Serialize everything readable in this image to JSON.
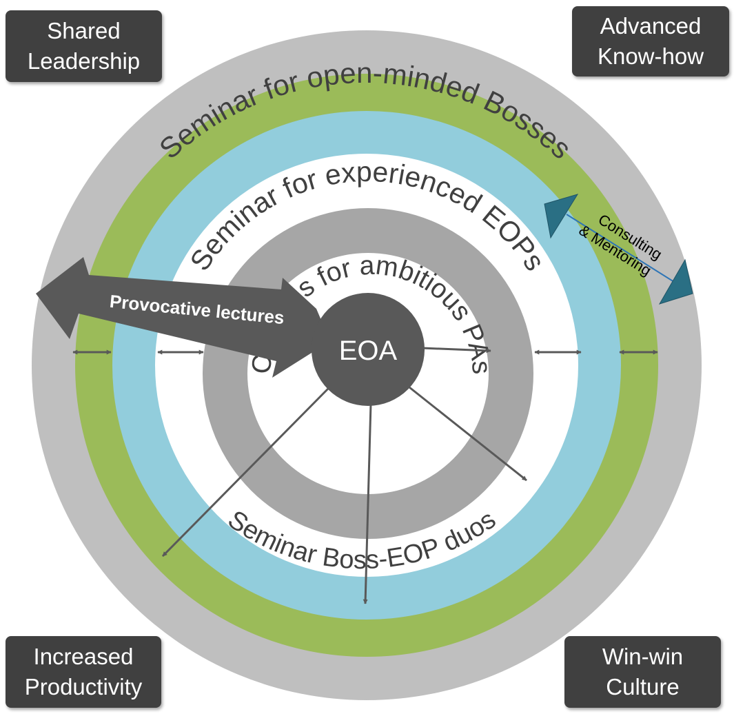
{
  "corners": {
    "top_left": [
      "Shared",
      "Leadership"
    ],
    "top_right": [
      "Advanced",
      "Know-how"
    ],
    "bottom_left": [
      "Increased",
      "Productivity"
    ],
    "bottom_right": [
      "Win-win",
      "Culture"
    ]
  },
  "rings": {
    "outer": "Seminar for open-minded Bosses",
    "green_bottom": "Seminar Boss-EOP duos",
    "blue": "Seminar for experienced EOPs",
    "inner": "Courses for ambitious PAs"
  },
  "center": "EOA",
  "provocative": "Provocative lectures",
  "consulting": [
    "Consulting",
    "& Mentoring"
  ],
  "colors": {
    "outer_ring": "#bfbfbf",
    "green_ring": "#9bbb59",
    "blue_ring": "#92cddc",
    "inner_ring": "#a6a6a6",
    "dark": "#595959",
    "teal": "#2a6f84",
    "box": "#404040"
  }
}
